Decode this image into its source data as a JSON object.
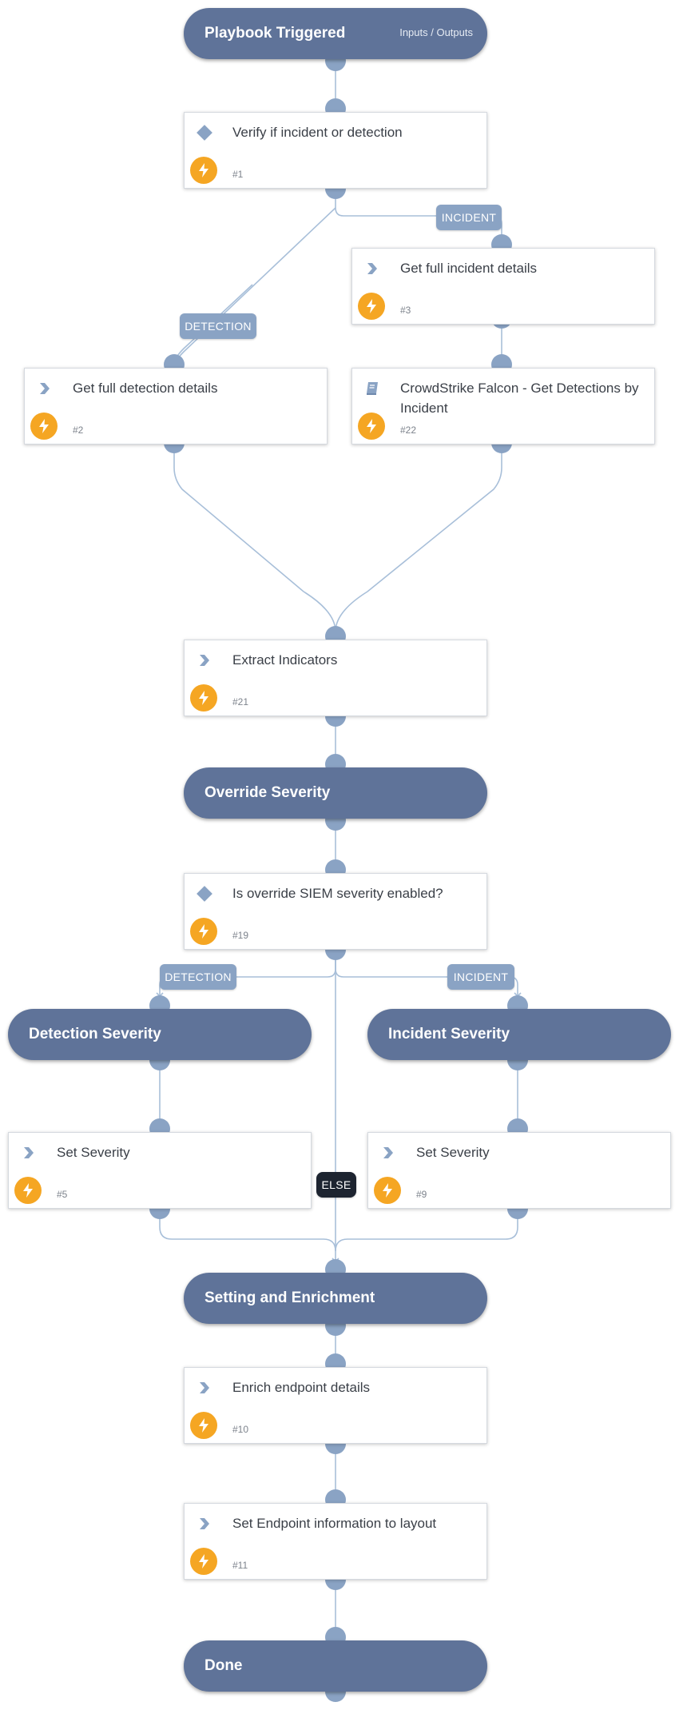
{
  "sections": {
    "trigger": {
      "title": "Playbook Triggered",
      "link": "Inputs / Outputs"
    },
    "override": {
      "title": "Override Severity"
    },
    "detection_sev": {
      "title": "Detection Severity"
    },
    "incident_sev": {
      "title": "Incident Severity"
    },
    "setting": {
      "title": "Setting and Enrichment"
    },
    "done": {
      "title": "Done"
    }
  },
  "tasks": {
    "t1": {
      "title": "Verify if incident or detection",
      "num": "#1",
      "icon": "diamond-icon"
    },
    "t3": {
      "title": "Get full incident details",
      "num": "#3",
      "icon": "chevron-icon"
    },
    "t2": {
      "title": "Get full detection details",
      "num": "#2",
      "icon": "chevron-icon"
    },
    "t22": {
      "title": "CrowdStrike Falcon - Get Detections by Incident",
      "num": "#22",
      "icon": "book-icon"
    },
    "t21": {
      "title": "Extract Indicators",
      "num": "#21",
      "icon": "chevron-icon"
    },
    "t19": {
      "title": "Is override SIEM severity enabled?",
      "num": "#19",
      "icon": "diamond-icon"
    },
    "t5": {
      "title": "Set Severity",
      "num": "#5",
      "icon": "chevron-icon"
    },
    "t9": {
      "title": "Set Severity",
      "num": "#9",
      "icon": "chevron-icon"
    },
    "t10": {
      "title": "Enrich endpoint details",
      "num": "#10",
      "icon": "chevron-icon"
    },
    "t11": {
      "title": "Set Endpoint information to layout",
      "num": "#11",
      "icon": "chevron-icon"
    }
  },
  "labels": {
    "incident1": "INCIDENT",
    "detection1": "DETECTION",
    "detection2": "DETECTION",
    "incident2": "INCIDENT",
    "else": "ELSE"
  },
  "colors": {
    "section": "#5f7399",
    "connector": "#a8bfd9",
    "port": "#8aa3c4",
    "bolt": "#f5a623",
    "label": "#8aa3c4",
    "else_label": "#1d2430"
  }
}
